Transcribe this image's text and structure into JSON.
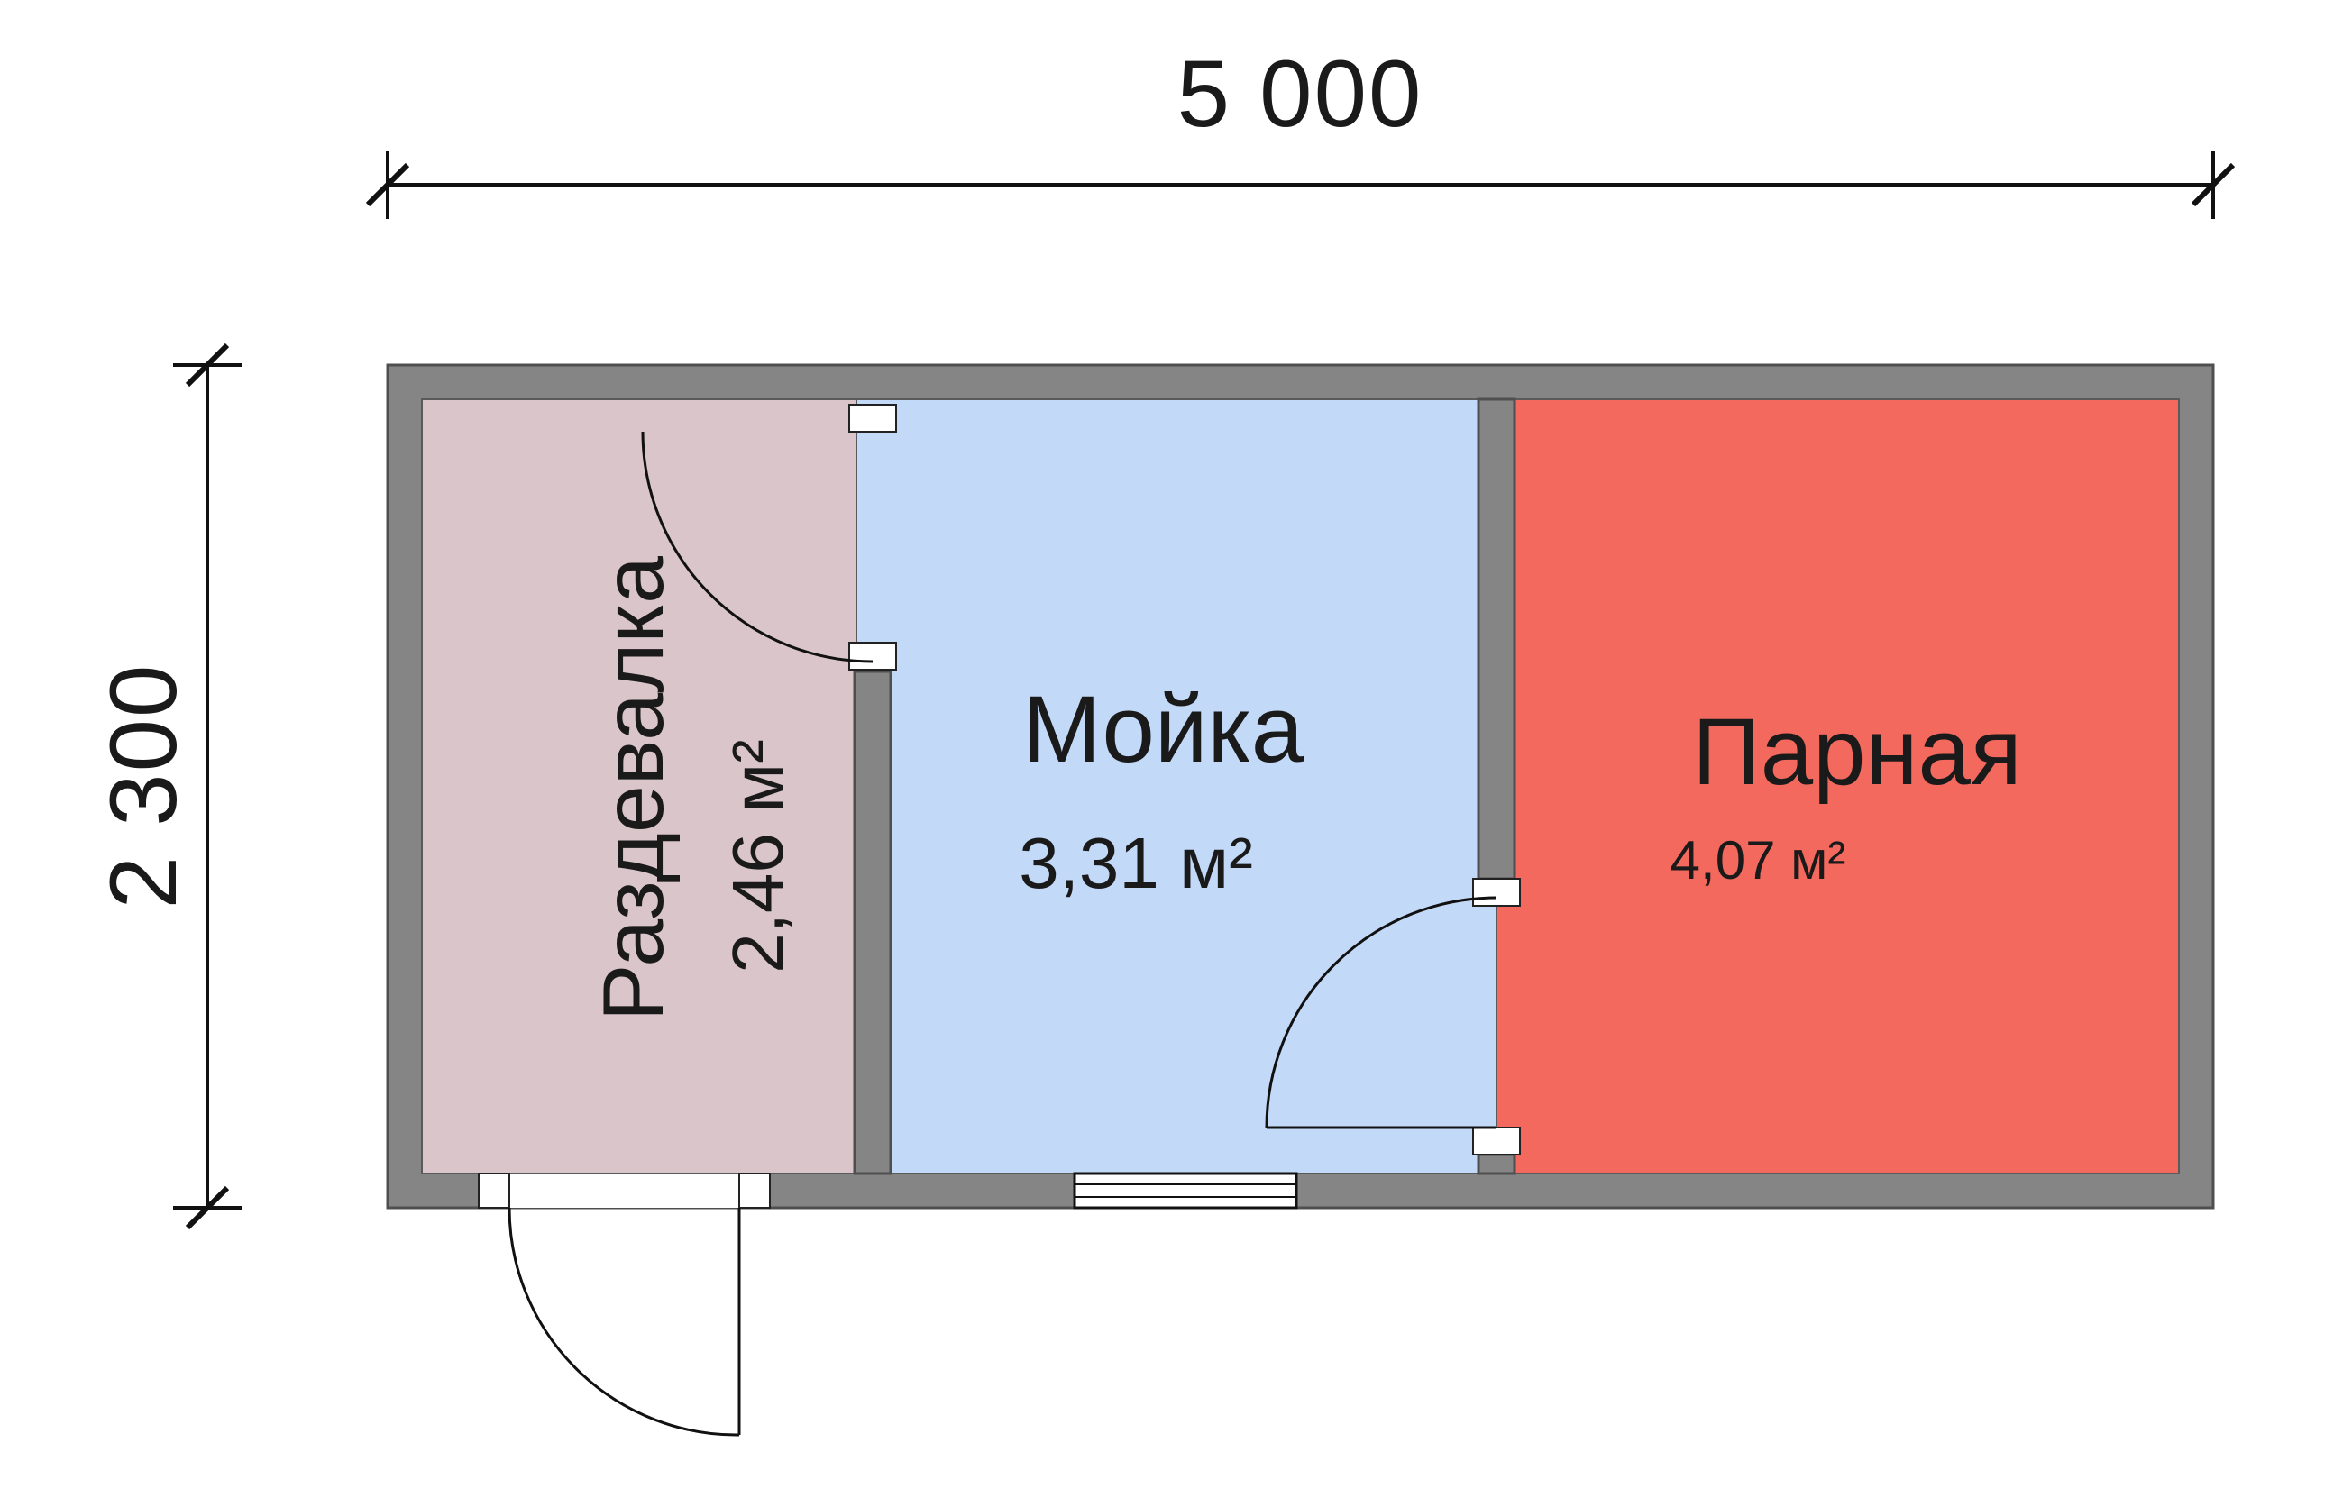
{
  "diagram": {
    "dimensions": {
      "width_label": "5 000",
      "height_label": "2 300"
    },
    "rooms": [
      {
        "name": "Раздевалка",
        "area": "2,46 м²",
        "fill": "#d9c5ca"
      },
      {
        "name": "Мойка",
        "area": "3,31 м²",
        "fill": "#c3d9f8"
      },
      {
        "name": "Парная",
        "area": "4,07 м²",
        "fill": "#f4695d"
      }
    ],
    "colors": {
      "wall_fill": "#858585",
      "wall_stroke": "#4f4f4f",
      "line": "#111111",
      "text": "#1a1a1a",
      "background": "#ffffff"
    }
  }
}
